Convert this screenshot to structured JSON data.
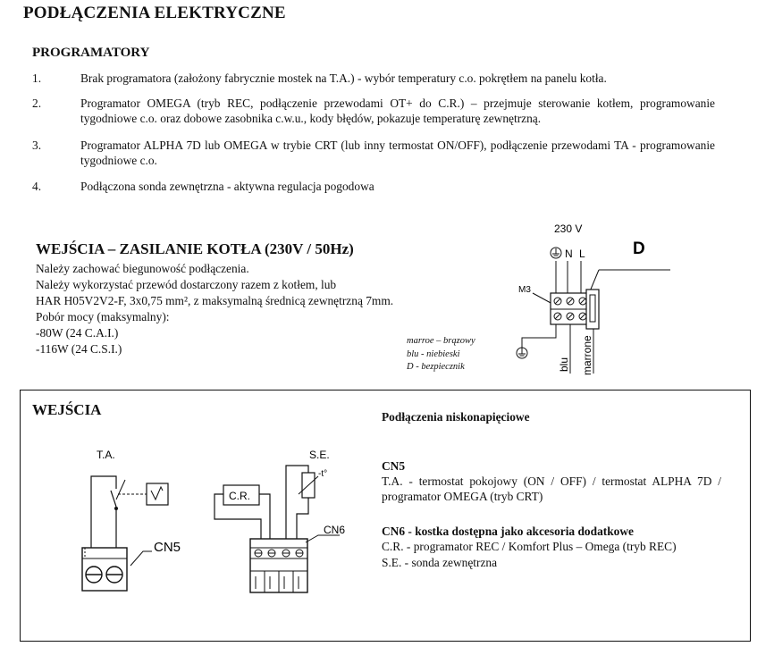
{
  "title": "PODŁĄCZENIA ELEKTRYCZNE",
  "programatory": {
    "heading": "PROGRAMATORY",
    "items": [
      {
        "num": "1.",
        "text": "Brak programatora (założony fabrycznie mostek na T.A.) - wybór temperatury c.o. pokrętłem na panelu kotła."
      },
      {
        "num": "2.",
        "text": "Programator OMEGA (tryb REC, podłączenie przewodami OT+ do C.R.) – przejmuje sterowanie kotłem, programowanie tygodniowe c.o. oraz dobowe zasobnika c.w.u., kody błędów, pokazuje temperaturę zewnętrzną."
      },
      {
        "num": "3.",
        "text": "Programator ALPHA 7D lub OMEGA w trybie CRT (lub inny termostat ON/OFF), podłączenie przewodami TA - programowanie tygodniowe c.o."
      },
      {
        "num": "4.",
        "text": "Podłączona sonda zewnętrzna - aktywna regulacja pogodowa"
      }
    ]
  },
  "zasilanie": {
    "heading": "WEJŚCIA – ZASILANIE KOTŁA (230V / 50Hz)",
    "lines": [
      "Należy zachować biegunowość podłączenia.",
      "Należy wykorzystać przewód dostarczony razem z kotłem, lub",
      "HAR H05V2V2-F, 3x0,75 mm², z maksymalną średnicą zewnętrzną 7mm.",
      "Pobór mocy (maksymalny):",
      "-80W (24 C.A.I.)",
      "-116W (24 C.S.I.)"
    ],
    "legend": [
      "marroe – brązowy",
      "blu - niebieski",
      "D - bezpiecznik"
    ],
    "diagram": {
      "voltage": "230 V",
      "n": "N",
      "l": "L",
      "d": "D",
      "m3": "M3",
      "blu": "blu",
      "marrone": "marrone"
    }
  },
  "wejscia": {
    "heading": "WEJŚCIA",
    "diagram": {
      "ta": "T.A.",
      "cn5": "CN5",
      "se": "S.E.",
      "cr": "C.R.",
      "cn6": "CN6",
      "tsym": "-t°"
    },
    "right": {
      "nisko": "Podłączenia niskonapięciowe",
      "cn5_title": "CN5",
      "cn5_text": "T.A. - termostat pokojowy (ON / OFF) / termostat ALPHA 7D / programator OMEGA (tryb CRT)",
      "cn6_title": "CN6 - kostka dostępna jako akcesoria dodatkowe",
      "cn6_lines": [
        "C.R. - programator REC / Komfort Plus – Omega (tryb REC)",
        "S.E. - sonda zewnętrzna"
      ]
    }
  }
}
